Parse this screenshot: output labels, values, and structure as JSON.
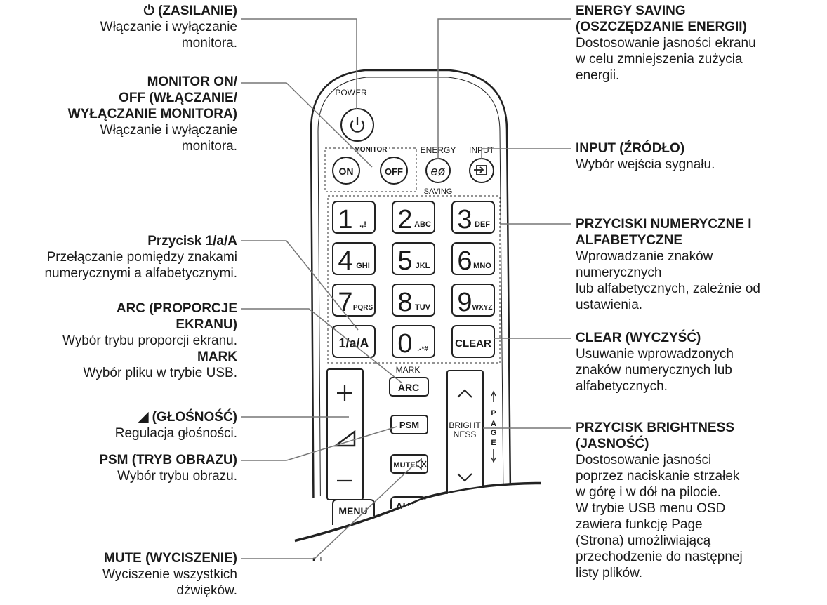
{
  "left_labels": [
    {
      "id": "power",
      "title": "(ZASILANIE)",
      "desc": [
        "Włączanie i wyłączanie",
        "monitora."
      ]
    },
    {
      "id": "monitor",
      "title_lines": [
        "MONITOR ON/",
        "OFF (WŁĄCZANIE/",
        "WYŁĄCZANIE MONITORA)"
      ],
      "desc": [
        "Włączanie i wyłączanie",
        "monitora."
      ]
    },
    {
      "id": "toggle",
      "title": "Przycisk 1/a/A",
      "desc": [
        "Przełączanie pomiędzy znakami",
        "numerycznymi a alfabetycznymi."
      ]
    },
    {
      "id": "arc",
      "title_lines": [
        "ARC (PROPORCJE",
        "EKRANU)"
      ],
      "desc": [
        "Wybór trybu proporcji ekranu."
      ],
      "title2": "MARK",
      "desc2": [
        "Wybór pliku w trybie USB."
      ]
    },
    {
      "id": "volume",
      "title": "(GŁOŚNOŚĆ)",
      "desc": [
        "Regulacja głośności."
      ]
    },
    {
      "id": "psm",
      "title": "PSM (TRYB OBRAZU)",
      "desc": [
        "Wybór trybu obrazu."
      ]
    },
    {
      "id": "mute",
      "title": "MUTE (WYCISZENIE)",
      "desc": [
        "Wyciszenie wszystkich",
        "dźwięków."
      ]
    }
  ],
  "right_labels": [
    {
      "id": "energy",
      "title_lines": [
        "ENERGY SAVING",
        "(OSZCZĘDZANIE ENERGII)"
      ],
      "desc": [
        "Dostosowanie jasności ekranu",
        "w celu zmniejszenia zużycia",
        "energii."
      ]
    },
    {
      "id": "input",
      "title": "INPUT (ŹRÓDŁO)",
      "desc": [
        "Wybór wejścia sygnału."
      ]
    },
    {
      "id": "numeric",
      "title_lines": [
        "PRZYCISKI NUMERYCZNE I",
        "ALFABETYCZNE"
      ],
      "desc": [
        "Wprowadzanie znaków",
        "numerycznych",
        "lub alfabetycznych, zależnie od",
        "ustawienia."
      ]
    },
    {
      "id": "clear",
      "title": "CLEAR (WYCZYŚĆ)",
      "desc": [
        "Usuwanie wprowadzonych",
        "znaków numerycznych lub",
        "alfabetycznych."
      ]
    },
    {
      "id": "brightness",
      "title_lines": [
        "PRZYCISK BRIGHTNESS",
        "(JASNOŚĆ)"
      ],
      "desc": [
        "Dostosowanie jasności",
        "poprzez naciskanie strzałek",
        "w górę i w dół na pilocie.",
        "W trybie USB menu OSD",
        "zawiera funkcję Page",
        "(Strona) umożliwiającą",
        "przechodzenie do następnej",
        "listy plików."
      ]
    }
  ],
  "remote": {
    "power_label": "POWER",
    "monitor_label": "MONITOR",
    "on_label": "ON",
    "off_label": "OFF",
    "energy_label": "ENERGY",
    "saving_label": "SAVING",
    "input_label": "INPUT",
    "keys": [
      {
        "big": "1",
        "small": ".,!"
      },
      {
        "big": "2",
        "small": "ABC"
      },
      {
        "big": "3",
        "small": "DEF"
      },
      {
        "big": "4",
        "small": "GHI"
      },
      {
        "big": "5",
        "small": "JKL"
      },
      {
        "big": "6",
        "small": "MNO"
      },
      {
        "big": "7",
        "small": "PQRS"
      },
      {
        "big": "8",
        "small": "TUV"
      },
      {
        "big": "9",
        "small": "WXYZ"
      },
      {
        "big": "0",
        "small": ".-*#"
      }
    ],
    "toggle_label": "1/a/A",
    "clear_label": "CLEAR",
    "mark_label": "MARK",
    "arc_label": "ARC",
    "psm_label": "PSM",
    "mute_label": "MUTE",
    "brightness_label": [
      "BRIGHT",
      "NESS"
    ],
    "page_letters": [
      "P",
      "A",
      "G",
      "E"
    ],
    "menu_label": "MENU",
    "auto_label": "AUT"
  }
}
